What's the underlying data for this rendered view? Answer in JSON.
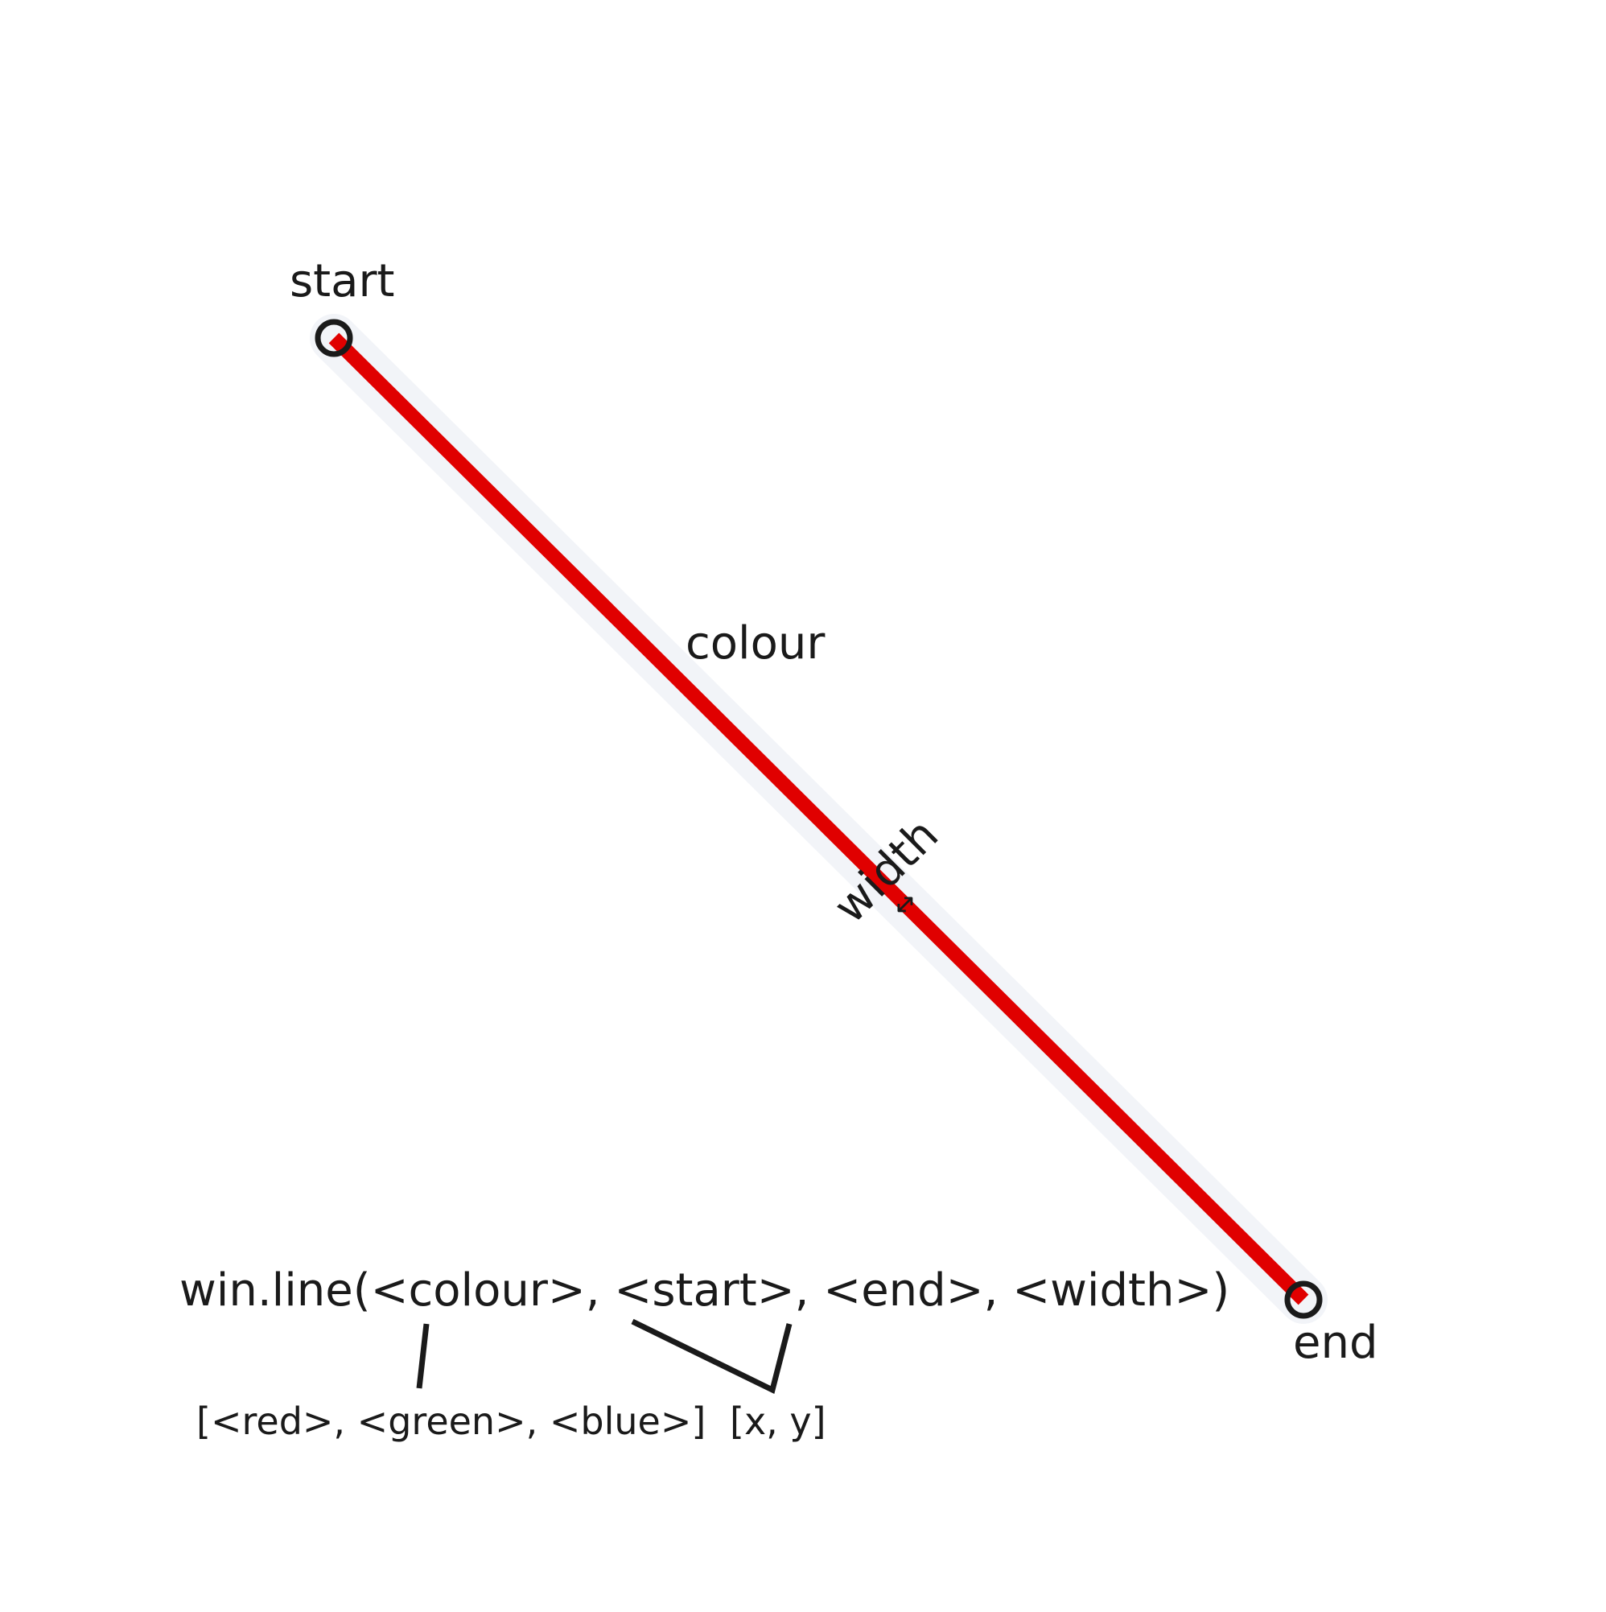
{
  "diagram": {
    "labels": {
      "start": "start",
      "end": "end",
      "colour": "colour",
      "width": "width",
      "width_arrow": "↔"
    },
    "code": {
      "call": "win.line(<colour>, <start>, <end>, <width>)",
      "colour_format": "[<red>, <green>, <blue>]",
      "point_format": "[x, y]"
    },
    "colors": {
      "line": "#e00000",
      "ink": "#1a1a1a",
      "background": "#ffffff"
    }
  }
}
